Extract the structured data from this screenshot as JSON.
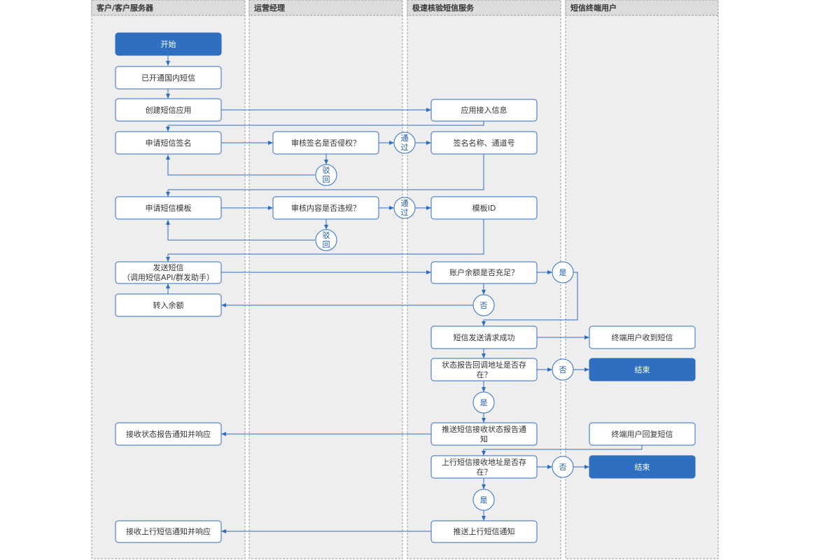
{
  "lanes": [
    "客户/客户服务器",
    "运营经理",
    "极速核验短信服务",
    "短信终端用户"
  ],
  "nodes": {
    "start": "开始",
    "opened_sms": "已开通国内短信",
    "create_app": "创建短信应用",
    "app_access_info": "应用接入信息",
    "apply_signature": "申请短信签名",
    "review_signature": "审核签名是否侵权？",
    "signature_name_channel": "签名名称、通道号",
    "apply_template": "申请短信模板",
    "review_template": "审核内容是否违规？",
    "template_id": "模板ID",
    "send_sms_line1": "发送短信",
    "send_sms_line2": "（调用短信API/群发助手）",
    "balance_check": "账户余额是否充足？",
    "transfer_balance": "转入余额",
    "send_success": "短信发送请求成功",
    "user_receive": "终端用户收到短信",
    "status_callback_line1": "状态报告回调地址是否存",
    "status_callback_line2": "在？",
    "end_1": "结束",
    "push_status_line1": "推送短信接收状态报告通",
    "push_status_line2": "知",
    "recv_status_report": "接收状态报告通知并响应",
    "user_reply": "终端用户回复短信",
    "uplink_addr_line1": "上行短信接收地址是否存",
    "uplink_addr_line2": "在？",
    "end_2": "结束",
    "push_uplink": "推送上行短信通知",
    "recv_uplink": "接收上行短信通知并响应"
  },
  "decisions": {
    "sig_pass_1": "通",
    "sig_pass_2": "过",
    "sig_reject_1": "驳",
    "sig_reject_2": "回",
    "tpl_pass_1": "通",
    "tpl_pass_2": "过",
    "tpl_reject_1": "驳",
    "tpl_reject_2": "回",
    "balance_yes": "是",
    "balance_no": "否",
    "status_no": "否",
    "status_yes": "是",
    "uplink_no": "否",
    "uplink_yes": "是"
  },
  "colors": {
    "accent": "#2e6ec2",
    "filled_node": "#2f6fc0",
    "node_border": "#2e6ec2",
    "lane_bg": "#eeeeee",
    "lane_header_bg": "#dcdcdc"
  }
}
